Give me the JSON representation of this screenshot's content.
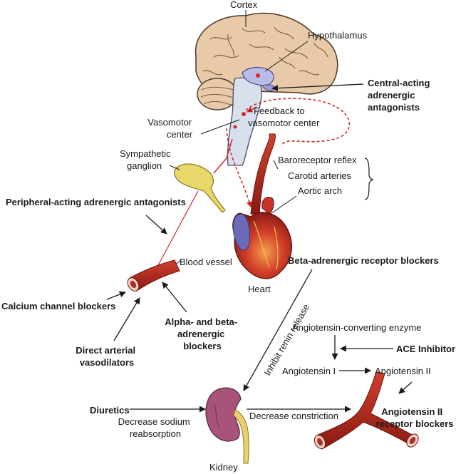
{
  "labels": {
    "cortex": "Cortex",
    "hypothalamus": "Hypothalamus",
    "central_acting": [
      "Central-acting",
      "adrenergic",
      "antagonists"
    ],
    "vasomotor_center": [
      "Vasomotor",
      "center"
    ],
    "feedback": [
      "Feedback to",
      "vasomotor center"
    ],
    "sympathetic_ganglion": [
      "Sympathetic",
      "ganglion"
    ],
    "baroreceptor_reflex": "Baroreceptor reflex",
    "carotid_arteries": "Carotid arteries",
    "aortic_arch": "Aortic arch",
    "peripheral_acting": "Peripheral-acting adrenergic antagonists",
    "blood_vessel": "Blood vessel",
    "heart": "Heart",
    "beta_blockers": "Beta-adrenergic receptor blockers",
    "calcium_channel_blockers": "Calcium channel blockers",
    "alpha_beta_blockers": [
      "Alpha- and beta-",
      "adrenergic",
      "blockers"
    ],
    "direct_vasodilators": [
      "Direct arterial",
      "vasodilators"
    ],
    "inhibit_renin": "Inhibit renin release",
    "ace_enzyme": "Angiotensin-converting enzyme",
    "ace_inhibitor": "ACE Inhibitor",
    "angiotensin_1": "Angiotensin I",
    "angiotensin_2": "Angiotensin II",
    "diuretics": "Diuretics",
    "decrease_sodium": [
      "Decrease sodium",
      "reabsorption"
    ],
    "decrease_constriction": "Decrease constriction",
    "kidney": "Kidney",
    "arb": [
      "Angiotensin II",
      "receptor blockers"
    ]
  },
  "colors": {
    "brain": "#e8c9a8",
    "brain_outline": "#4a3a2a",
    "brainstem": "#d8e0ee",
    "hypothalamus": "#b8bce8",
    "vessel": "#b42a1f",
    "vessel_dark": "#7a1410",
    "ganglion": "#e8d86a",
    "heart": "#c8332a",
    "heart_blue": "#6a6ab8",
    "kidney": "#a8547a",
    "ureter": "#e8d070",
    "feedback": "#c8201a",
    "nerve": "#d02a2a"
  }
}
